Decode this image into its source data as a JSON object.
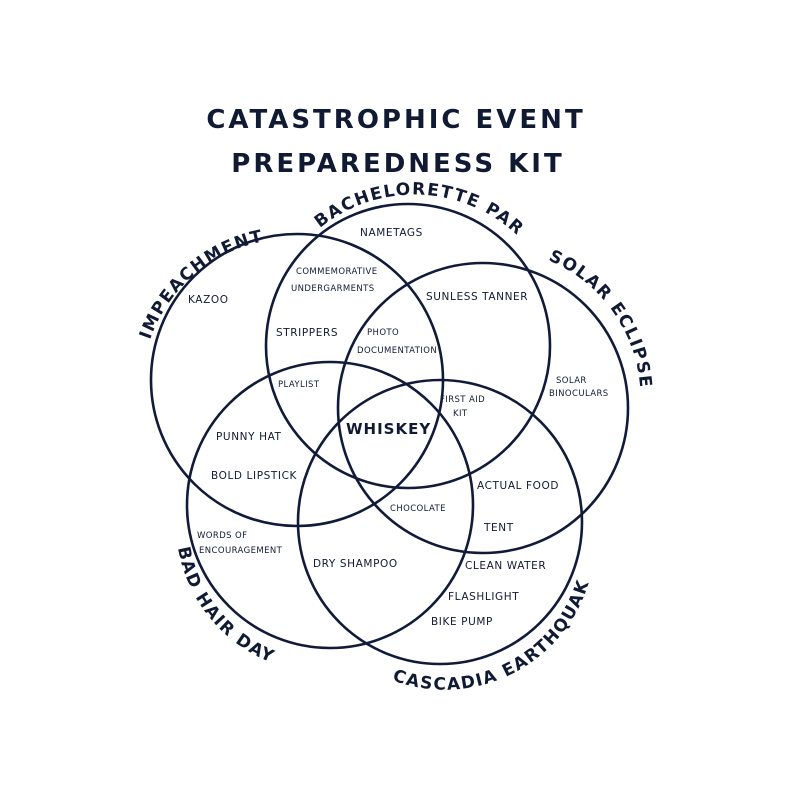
{
  "title": {
    "line1": "CATASTROPHIC EVENT",
    "line2": "PREPAREDNESS KIT"
  },
  "sets": {
    "impeachment": "IMPEACHMENT",
    "bachelorette_party": "BACHELORETTE PARTY",
    "solar_eclipse": "SOLAR ECLIPSE",
    "bad_hair_day": "BAD HAIR DAY",
    "cascadia_earthquake": "CASCADIA EARTHQUAKE"
  },
  "items": {
    "nametags": "NAMETAGS",
    "kazoo": "KAZOO",
    "commemorative_1": "COMMEMORATIVE",
    "commemorative_2": "UNDERGARMENTS",
    "sunless_tanner": "SUNLESS TANNER",
    "strippers": "STRIPPERS",
    "photo_1": "PHOTO",
    "photo_2": "DOCUMENTATION",
    "playlist": "PLAYLIST",
    "solar_1": "SOLAR",
    "solar_2": "BINOCULARS",
    "first_aid_1": "FIRST AID",
    "first_aid_2": "KIT",
    "punny_hat": "PUNNY HAT",
    "whiskey": "WHISKEY",
    "bold_lipstick": "BOLD LIPSTICK",
    "actual_food": "ACTUAL FOOD",
    "chocolate": "CHOCOLATE",
    "words_1": "WORDS OF",
    "words_2": "ENCOURAGEMENT",
    "tent": "TENT",
    "dry_shampoo": "DRY SHAMPOO",
    "clean_water": "CLEAN WATER",
    "flashlight": "FLASHLIGHT",
    "bike_pump": "BIKE PUMP"
  },
  "colors": {
    "ink": "#111a33",
    "background": "#ffffff"
  }
}
